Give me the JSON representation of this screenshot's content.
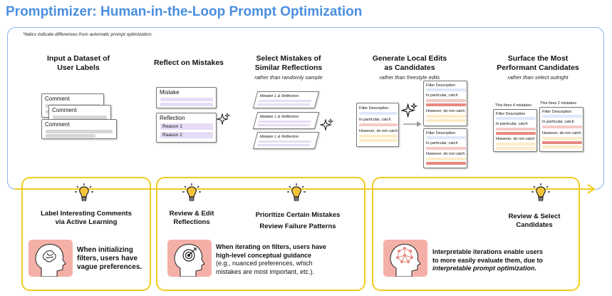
{
  "title": "Promptimizer: Human-in-the-Loop Prompt Optimization",
  "note": "*Italics indicate differences from automatic prompt optimization.",
  "steps": {
    "s1": {
      "title_l1": "Input a Dataset of",
      "title_l2": "User Labels"
    },
    "s2": {
      "title_l1": "Reflect on Mistakes"
    },
    "s3": {
      "title_l1": "Select Mistakes of",
      "title_l2": "Similar Reflections",
      "sub": "rather than randomly sample"
    },
    "s4": {
      "title_l1": "Generate Local Edits",
      "title_l2": "as Candidates",
      "sub": "rather than freestyle edits"
    },
    "s5": {
      "title_l1": "Surface the Most",
      "title_l2": "Performant Candidates",
      "sub": "rather than select outright"
    }
  },
  "illus": {
    "comment": "Comment",
    "mistake": "Mistake",
    "reflection": "Reflection",
    "reason1": "Reason 1",
    "reason2": "Reason 2",
    "mistake_reflection": "Mistake 1 & Reflection",
    "filter_description": "Filter Description",
    "in_particular": "In particular, catch",
    "however": "However, do not catch",
    "fixes4": "This fixes 4 mistakes",
    "fixes2": "This fixes 2 mistakes"
  },
  "bottom": {
    "b1": {
      "title_l1": "Label Interesting Comments",
      "title_l2": "via Active Learning",
      "desc": [
        "When initializing",
        "filters, users have",
        "vague preferences."
      ]
    },
    "b2a": {
      "title_l1": "Review & Edit",
      "title_l2": "Reflections"
    },
    "b2b": {
      "title_l1": "Prioritize Certain Mistakes",
      "title_l2": "Review Failure Patterns"
    },
    "b2desc": {
      "l1": "When iterating on filters, users have",
      "l2": "high-level conceptual guidance",
      "l3": "(e.g., nuanced preferences, which",
      "l4": "mistakes are most important, etc.)."
    },
    "b3": {
      "title_l1": "Review & Select",
      "title_l2": "Candidates",
      "desc_l1": "Interpretable iterations enable users",
      "desc_l2": "to more easily evaluate them, due to",
      "desc_l3": "interpretable prompt optimization."
    }
  },
  "colors": {
    "title_blue": "#4a8fe0",
    "frame_blue": "#8ab4ec",
    "yellow": "#f2cc1e",
    "salmon": "#f4b0a7"
  },
  "icons": [
    "lightbulb-icon",
    "sparkle-icon",
    "arrow-right-icon",
    "brain-head-icon",
    "target-head-icon",
    "network-head-icon"
  ]
}
